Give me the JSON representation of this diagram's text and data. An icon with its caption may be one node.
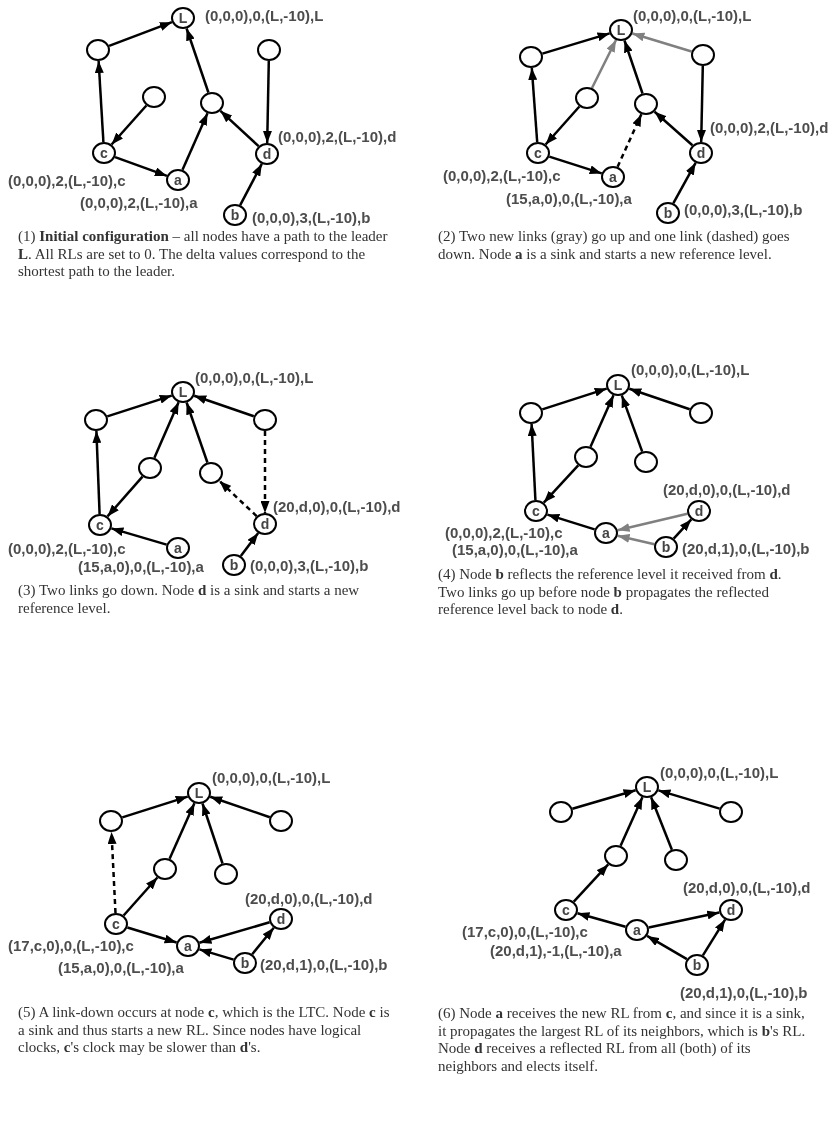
{
  "diagram": {
    "nodes": [
      {
        "text": [
          "L"
        ],
        "beside": [
          "(0,0,0),0,(L,-10),L"
        ]
      },
      {
        "text": [],
        "shape": "circle"
      },
      {
        "text": [],
        "shape": "circle"
      },
      {
        "text": [],
        "shape": "circle"
      },
      {
        "text": [],
        "shape": "circle"
      },
      {
        "text": [
          "c"
        ],
        "beside": [
          "(0,0,0),2,(L,-10),c"
        ]
      },
      {
        "text": [
          "d"
        ],
        "beside": [
          "(0,0,0),2,(L,-10),d"
        ]
      },
      {
        "text": [
          "a"
        ],
        "beside": [
          "(0,0,0),2,(L,-10),a"
        ]
      },
      {
        "text": [
          "b"
        ],
        "beside": [
          "(0,0,0),3,(L,-10),b"
        ]
      },
      {
        "text": [
          "L"
        ],
        "beside": [
          "(0,0,0),0,(L,-10),L"
        ]
      },
      {
        "text": [],
        "shape": "circle"
      },
      {
        "text": [],
        "shape": "circle"
      },
      {
        "text": [],
        "shape": "circle"
      },
      {
        "text": [],
        "shape": "circle"
      },
      {
        "text": [
          "c"
        ],
        "beside": [
          "(0,0,0),2,(L,-10),c"
        ]
      },
      {
        "text": [
          "d"
        ],
        "beside": [
          "(0,0,0),2,(L,-10),d"
        ]
      },
      {
        "text": [
          "a"
        ],
        "beside": [
          "(15,a,0),0,(L,-10),a"
        ]
      },
      {
        "text": [
          "b"
        ],
        "beside": [
          "(0,0,0),3,(L,-10),b"
        ]
      },
      {
        "text": [
          "L"
        ],
        "beside": [
          "(0,0,0),0,(L,-10),L"
        ]
      },
      {
        "text": [],
        "shape": "circle"
      },
      {
        "text": [],
        "shape": "circle"
      },
      {
        "text": [],
        "shape": "circle"
      },
      {
        "text": [],
        "shape": "circle"
      },
      {
        "text": [
          "c"
        ],
        "beside": [
          "(0,0,0),2,(L,-10),c"
        ]
      },
      {
        "text": [
          "d"
        ],
        "beside": [
          "(20,d,0),0,(L,-10),d"
        ]
      },
      {
        "text": [
          "a"
        ],
        "beside": [
          "(15,a,0),0,(L,-10),a"
        ]
      },
      {
        "text": [
          "b"
        ],
        "beside": [
          "(0,0,0),3,(L,-10),b"
        ]
      },
      {
        "text": [
          "L"
        ],
        "beside": [
          "(0,0,0),0,(L,-10),L"
        ]
      },
      {
        "text": [],
        "shape": "circle"
      },
      {
        "text": [],
        "shape": "circle"
      },
      {
        "text": [],
        "shape": "circle"
      },
      {
        "text": [],
        "shape": "circle"
      },
      {
        "text": [
          "c"
        ],
        "beside": [
          "(0,0,0),2,(L,-10),c"
        ]
      },
      {
        "text": [
          "d"
        ],
        "beside": [
          "(20,d,0),0,(L,-10),d"
        ]
      },
      {
        "text": [
          "a"
        ],
        "beside": [
          "(15,a,0),0,(L,-10),a"
        ]
      },
      {
        "text": [
          "b"
        ],
        "beside": [
          "(20,d,1),0,(L,-10),b"
        ]
      },
      {
        "text": [
          "L"
        ],
        "beside": [
          "(0,0,0),0,(L,-10),L"
        ]
      },
      {
        "text": [],
        "shape": "circle"
      },
      {
        "text": [],
        "shape": "circle"
      },
      {
        "text": [],
        "shape": "circle"
      },
      {
        "text": [],
        "shape": "circle"
      },
      {
        "text": [
          "c"
        ],
        "beside": [
          "(17,c,0),0,(L,-10),c"
        ]
      },
      {
        "text": [
          "d"
        ],
        "beside": [
          "(20,d,0),0,(L,-10),d"
        ]
      },
      {
        "text": [
          "a"
        ],
        "beside": [
          "(15,a,0),0,(L,-10),a"
        ]
      },
      {
        "text": [
          "b"
        ],
        "beside": [
          "(20,d,1),0,(L,-10),b"
        ]
      },
      {
        "text": [
          "L"
        ],
        "beside": [
          "(0,0,0),0,(L,-10),L"
        ]
      },
      {
        "text": [],
        "shape": "circle"
      },
      {
        "text": [],
        "shape": "circle"
      },
      {
        "text": [],
        "shape": "circle"
      },
      {
        "text": [],
        "shape": "circle"
      },
      {
        "text": [
          "c"
        ],
        "beside": [
          "(17,c,0),0,(L,-10),c"
        ]
      },
      {
        "text": [
          "d"
        ],
        "beside": [
          "(20,d,0),0,(L,-10),d"
        ]
      },
      {
        "text": [
          "a"
        ],
        "beside": [
          "(20,d,1),-1,(L,-10),a"
        ]
      },
      {
        "text": [
          "b"
        ],
        "beside": [
          "(20,d,1),0,(L,-10),b"
        ]
      }
    ],
    "edges": [
      {
        "from": 1,
        "to": 0,
        "arrow": "to"
      },
      {
        "from": 5,
        "to": 1,
        "arrow": "to"
      },
      {
        "from": 3,
        "to": 5,
        "arrow": "to"
      },
      {
        "from": 5,
        "to": 7,
        "arrow": "to"
      },
      {
        "from": 7,
        "to": 4,
        "arrow": "to"
      },
      {
        "from": 4,
        "to": 0,
        "arrow": "to"
      },
      {
        "from": 6,
        "to": 4,
        "arrow": "to"
      },
      {
        "from": 2,
        "to": 6,
        "arrow": "to"
      },
      {
        "from": 8,
        "to": 6,
        "arrow": "to"
      },
      {
        "from": 10,
        "to": 9,
        "arrow": "to"
      },
      {
        "from": 12,
        "to": 9,
        "arrow": "to",
        "color": "#808080"
      },
      {
        "from": 11,
        "to": 9,
        "arrow": "to",
        "color": "#808080"
      },
      {
        "from": 14,
        "to": 10,
        "arrow": "to"
      },
      {
        "from": 12,
        "to": 14,
        "arrow": "to"
      },
      {
        "from": 14,
        "to": 16,
        "arrow": "to"
      },
      {
        "from": 16,
        "to": 13,
        "arrow": "to",
        "style": "dashed"
      },
      {
        "from": 13,
        "to": 9,
        "arrow": "to"
      },
      {
        "from": 15,
        "to": 13,
        "arrow": "to"
      },
      {
        "from": 11,
        "to": 15,
        "arrow": "to"
      },
      {
        "from": 17,
        "to": 15,
        "arrow": "to"
      },
      {
        "from": 19,
        "to": 18,
        "arrow": "to"
      },
      {
        "from": 21,
        "to": 18,
        "arrow": "to"
      },
      {
        "from": 22,
        "to": 18,
        "arrow": "to"
      },
      {
        "from": 20,
        "to": 18,
        "arrow": "to"
      },
      {
        "from": 23,
        "to": 19,
        "arrow": "to"
      },
      {
        "from": 21,
        "to": 23,
        "arrow": "to"
      },
      {
        "from": 25,
        "to": 23,
        "arrow": "to"
      },
      {
        "from": 20,
        "to": 24,
        "arrow": "to",
        "style": "dashed"
      },
      {
        "from": 24,
        "to": 22,
        "arrow": "to",
        "style": "dashed"
      },
      {
        "from": 26,
        "to": 24,
        "arrow": "to"
      },
      {
        "from": 28,
        "to": 27,
        "arrow": "to"
      },
      {
        "from": 30,
        "to": 27,
        "arrow": "to"
      },
      {
        "from": 31,
        "to": 27,
        "arrow": "to"
      },
      {
        "from": 29,
        "to": 27,
        "arrow": "to"
      },
      {
        "from": 32,
        "to": 28,
        "arrow": "to"
      },
      {
        "from": 30,
        "to": 32,
        "arrow": "to"
      },
      {
        "from": 34,
        "to": 32,
        "arrow": "to"
      },
      {
        "from": 33,
        "to": 34,
        "arrow": "to",
        "color": "#808080"
      },
      {
        "from": 35,
        "to": 34,
        "arrow": "to",
        "color": "#808080"
      },
      {
        "from": 35,
        "to": 33,
        "arrow": "to"
      },
      {
        "from": 37,
        "to": 36,
        "arrow": "to"
      },
      {
        "from": 39,
        "to": 36,
        "arrow": "to"
      },
      {
        "from": 40,
        "to": 36,
        "arrow": "to"
      },
      {
        "from": 38,
        "to": 36,
        "arrow": "to"
      },
      {
        "from": 41,
        "to": 37,
        "arrow": "to",
        "style": "dashed"
      },
      {
        "from": 41,
        "to": 39,
        "arrow": "to"
      },
      {
        "from": 41,
        "to": 43,
        "arrow": "to"
      },
      {
        "from": 42,
        "to": 43,
        "arrow": "to"
      },
      {
        "from": 44,
        "to": 43,
        "arrow": "to"
      },
      {
        "from": 44,
        "to": 42,
        "arrow": "to"
      },
      {
        "from": 46,
        "to": 45,
        "arrow": "to"
      },
      {
        "from": 48,
        "to": 45,
        "arrow": "to"
      },
      {
        "from": 49,
        "to": 45,
        "arrow": "to"
      },
      {
        "from": 47,
        "to": 45,
        "arrow": "to"
      },
      {
        "from": 50,
        "to": 48,
        "arrow": "to"
      },
      {
        "from": 52,
        "to": 50,
        "arrow": "to"
      },
      {
        "from": 52,
        "to": 51,
        "arrow": "to"
      },
      {
        "from": 53,
        "to": 52,
        "arrow": "to"
      },
      {
        "from": 53,
        "to": 51,
        "arrow": "to"
      }
    ],
    "labels": [
      "(1) **Initial configuration** – all nodes have a path to the leader **L**. All RLs are set to 0. The delta values correspond to the shortest path to the leader.",
      "(2) Two new links (gray) go up and one link (dashed) goes down. Node **a** is a sink and starts a new reference level.",
      "(3) Two links go down. Node **d** is a sink and starts a new reference level.",
      "(4) Node **b** reflects the reference level it received from **d**. Two links go up before node **b** propagates the reflected reference level back to node **d**.",
      "(5) A link-down occurs at node **c**, which is the LTC. Node **c** is a sink and thus starts a new RL. Since nodes have logical clocks, **c**'s clock may be slower than **d**'s.",
      "(6) Node **a** receives the new RL from **c**, and since it is a sink, it propagates the largest RL of its neighbors, which is **b**'s RL. Node **d** receives a reflected RL from all (both) of its neighbors and elects itself."
    ]
  }
}
